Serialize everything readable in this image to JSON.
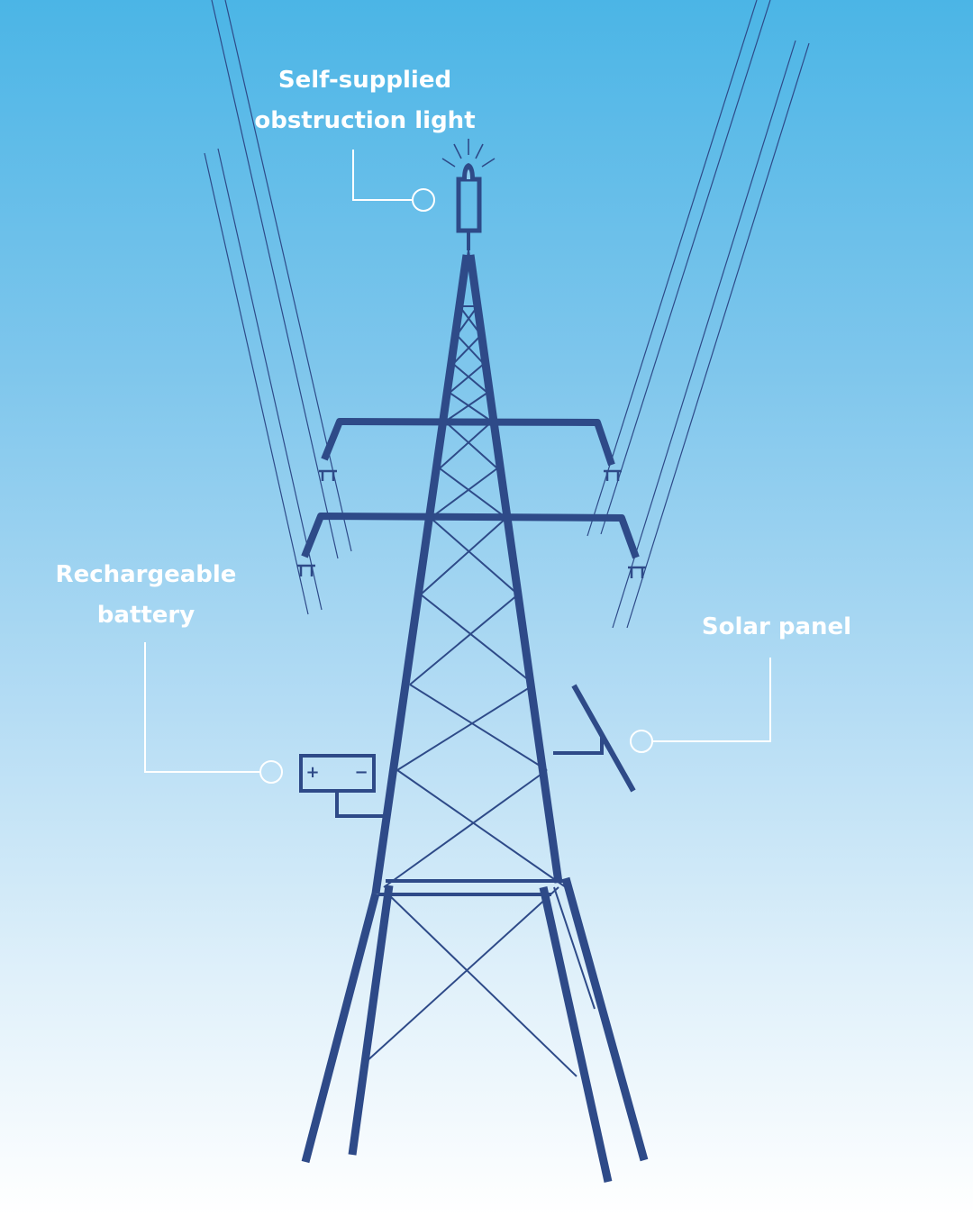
{
  "labels": {
    "obstruction_light_line1": "Self-supplied",
    "obstruction_light_line2": "obstruction light",
    "battery_line1": "Rechargeable",
    "battery_line2": "battery",
    "solar_panel": "Solar panel"
  },
  "battery_terminals": {
    "positive": "+",
    "negative": "−"
  },
  "colors": {
    "tower": "#2e4a88",
    "callout": "#ffffff",
    "sky_top": "#4bb5e6",
    "sky_bottom": "#ffffff"
  }
}
